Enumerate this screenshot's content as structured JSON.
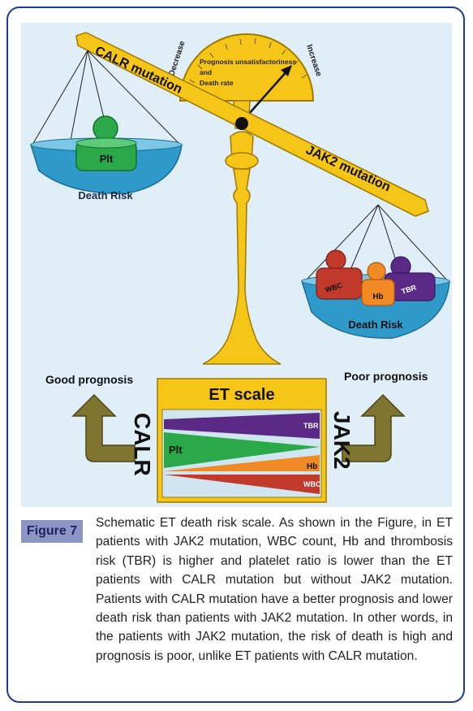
{
  "figure": {
    "pointer_label_line1": "Prognosis unsatisfactoriness",
    "pointer_label_line2": "and",
    "pointer_label_line3": "Death rate",
    "decrease_label": "Decrease",
    "increase_label": "Increase",
    "beam_left_label": "CALR mutation",
    "beam_right_label": "JAK2 mutation",
    "left_pan": {
      "weight_label": "Plt",
      "risk_label": "Death Risk"
    },
    "right_pan": {
      "weights": [
        "WBC",
        "Hb",
        "TBR"
      ],
      "risk_label": "Death Risk"
    },
    "good_prognosis": "Good prognosis",
    "poor_prognosis": "Poor prognosis",
    "base_title": "ET scale",
    "base_left": "CALR",
    "base_right": "JAK2",
    "wedges": [
      "TBR",
      "Plt",
      "Hb",
      "WBC"
    ],
    "colors": {
      "gold": "#f5c518",
      "gold_dark": "#c99a00",
      "pan_blue": "#2f9ac9",
      "plt_green": "#2aa84a",
      "wbc_red": "#c0392b",
      "hb_orange": "#f08a24",
      "tbr_purple": "#5b2a86",
      "arrow_olive": "#7f7430"
    }
  },
  "caption": {
    "label": "Figure 7",
    "text": "Schematic ET death risk scale. As shown in the Figure, in ET patients with JAK2 mutation, WBC count, Hb and thrombosis risk (TBR) is higher and platelet ratio is lower than the ET patients with CALR mutation but without JAK2 mutation. Patients with CALR mutation have a better prognosis and lower death risk than patients with JAK2 mutation. In other words, in the patients with JAK2 mutation, the risk of death is high and prognosis is poor, unlike ET patients with CALR mutation."
  }
}
